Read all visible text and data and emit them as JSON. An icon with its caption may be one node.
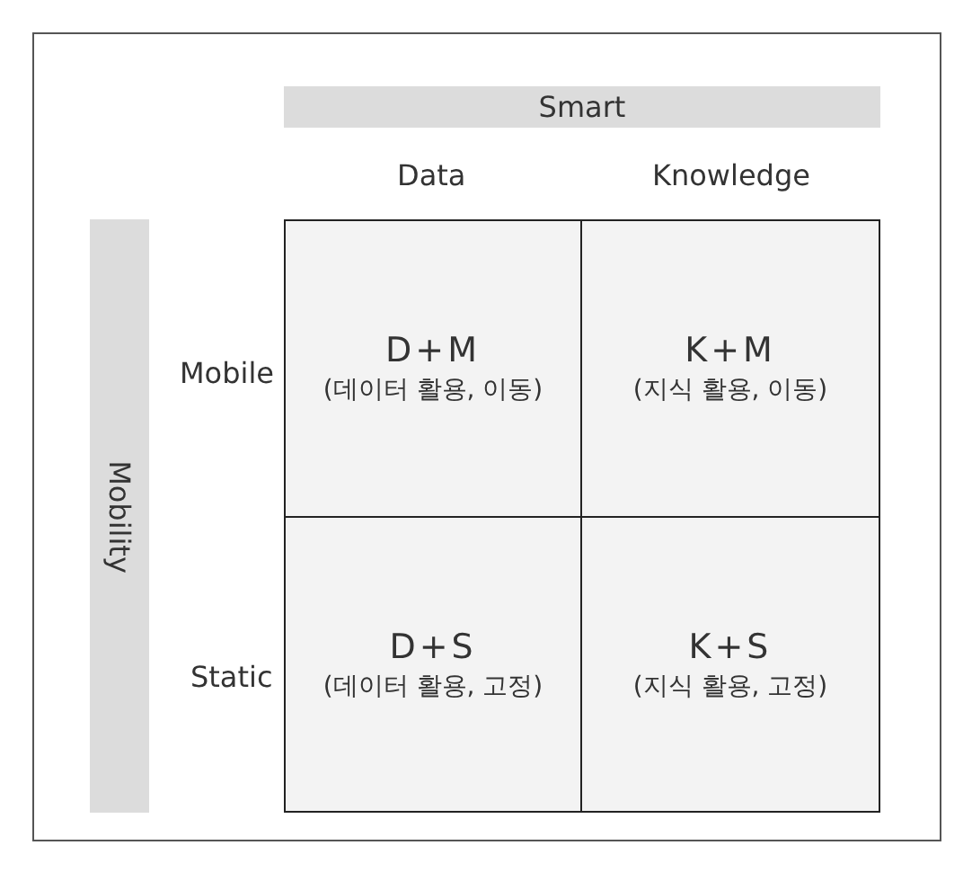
{
  "diagram": {
    "nodes": [
      {
        "text": [
          "Smart"
        ]
      },
      {
        "text": [
          "Mobility"
        ]
      },
      {
        "text": [
          "D+M",
          "(데이터 활용, 이동)"
        ]
      },
      {
        "text": [
          "K+M",
          "(지식 활용, 이동)"
        ]
      },
      {
        "text": [
          "D+S",
          "(데이터 활용, 고정)"
        ]
      },
      {
        "text": [
          "K+S",
          "(지식 활용, 고정)"
        ]
      }
    ],
    "labels": [
      "Data",
      "Knowledge",
      "Mobile",
      "Static"
    ]
  }
}
